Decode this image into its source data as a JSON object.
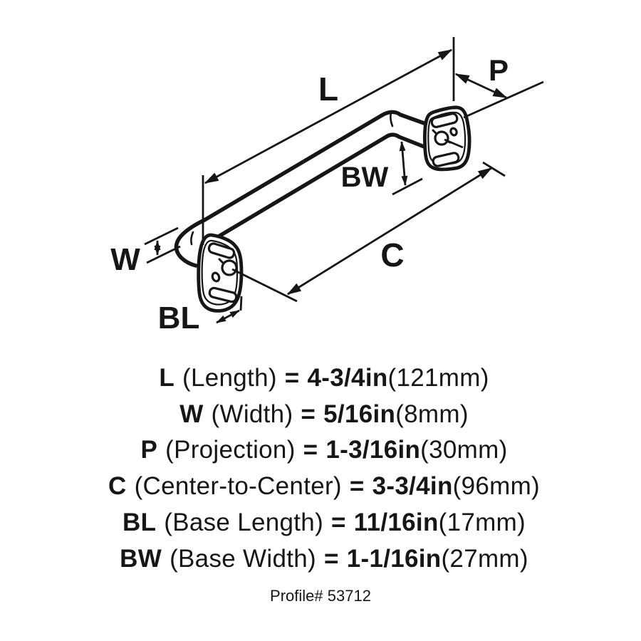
{
  "diagram": {
    "labels": {
      "length": "L",
      "width": "W",
      "projection": "P",
      "center": "C",
      "base_length": "BL",
      "base_width": "BW"
    }
  },
  "specs": [
    {
      "abbr": "L",
      "name": "(Length)",
      "eq": "=",
      "value": "4-3/4in",
      "metric": "(121mm)"
    },
    {
      "abbr": "W",
      "name": "(Width)",
      "eq": "=",
      "value": "5/16in",
      "metric": "(8mm)"
    },
    {
      "abbr": "P",
      "name": "(Projection)",
      "eq": "=",
      "value": "1-3/16in",
      "metric": "(30mm)"
    },
    {
      "abbr": "C",
      "name": "(Center-to-Center)",
      "eq": "=",
      "value": "3-3/4in",
      "metric": "(96mm)"
    },
    {
      "abbr": "BL",
      "name": "(Base Length)",
      "eq": "=",
      "value": "11/16in",
      "metric": "(17mm)"
    },
    {
      "abbr": "BW",
      "name": "(Base Width)",
      "eq": "=",
      "value": "1-1/16in",
      "metric": "(27mm)"
    }
  ],
  "footer": {
    "profile": "Profile# 53712"
  },
  "colors": {
    "ink": "#161616",
    "background": "#ffffff"
  }
}
